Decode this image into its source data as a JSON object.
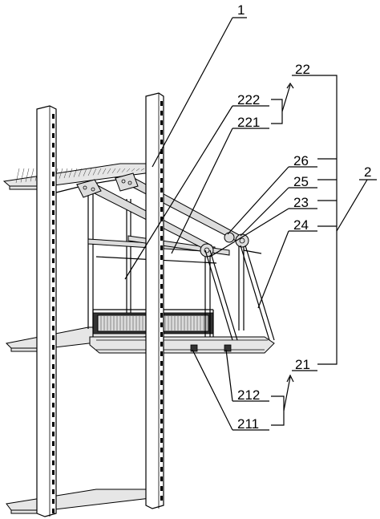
{
  "labels": {
    "l1": "1",
    "l222": "222",
    "l221": "221",
    "l22": "22",
    "l26": "26",
    "l25": "25",
    "l23": "23",
    "l24": "24",
    "l2": "2",
    "l21": "21",
    "l212": "212",
    "l211": "211"
  }
}
